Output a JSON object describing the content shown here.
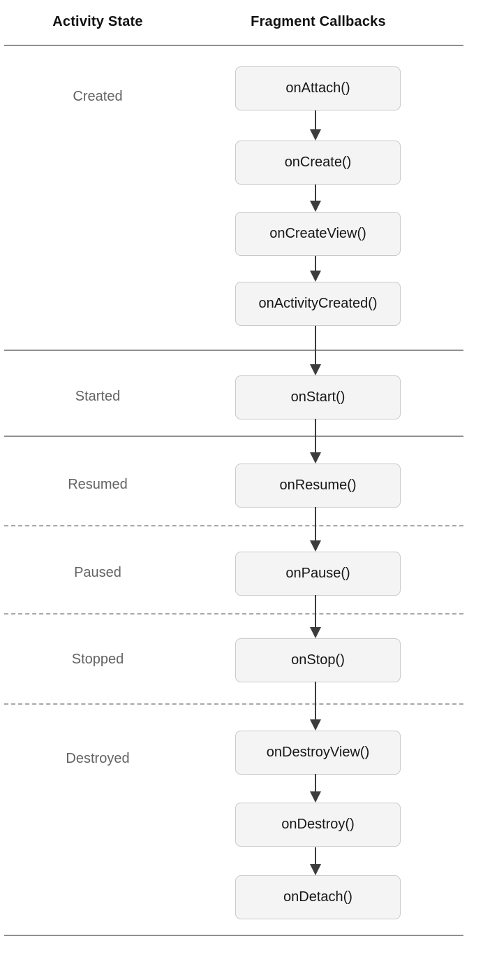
{
  "header": {
    "left": "Activity State",
    "right": "Fragment Callbacks"
  },
  "sections": [
    {
      "state": "Created",
      "callbacks": [
        "onAttach()",
        "onCreate()",
        "onCreateView()",
        "onActivityCreated()"
      ],
      "separator_after": "solid"
    },
    {
      "state": "Started",
      "callbacks": [
        "onStart()"
      ],
      "separator_after": "solid"
    },
    {
      "state": "Resumed",
      "callbacks": [
        "onResume()"
      ],
      "separator_after": "dashed"
    },
    {
      "state": "Paused",
      "callbacks": [
        "onPause()"
      ],
      "separator_after": "dashed"
    },
    {
      "state": "Stopped",
      "callbacks": [
        "onStop()"
      ],
      "separator_after": "dashed"
    },
    {
      "state": "Destroyed",
      "callbacks": [
        "onDestroyView()",
        "onDestroy()",
        "onDetach()"
      ],
      "separator_after": "solid"
    }
  ],
  "colors": {
    "background": "#ffffff",
    "box_fill": "#f4f4f4",
    "box_border": "#c9c9c9",
    "arrow": "#3c3c3c",
    "separator_solid": "#909090",
    "separator_dashed": "#a9a9a9",
    "state_label_text": "#636363",
    "header_text": "#111111",
    "callback_text": "#161616"
  }
}
